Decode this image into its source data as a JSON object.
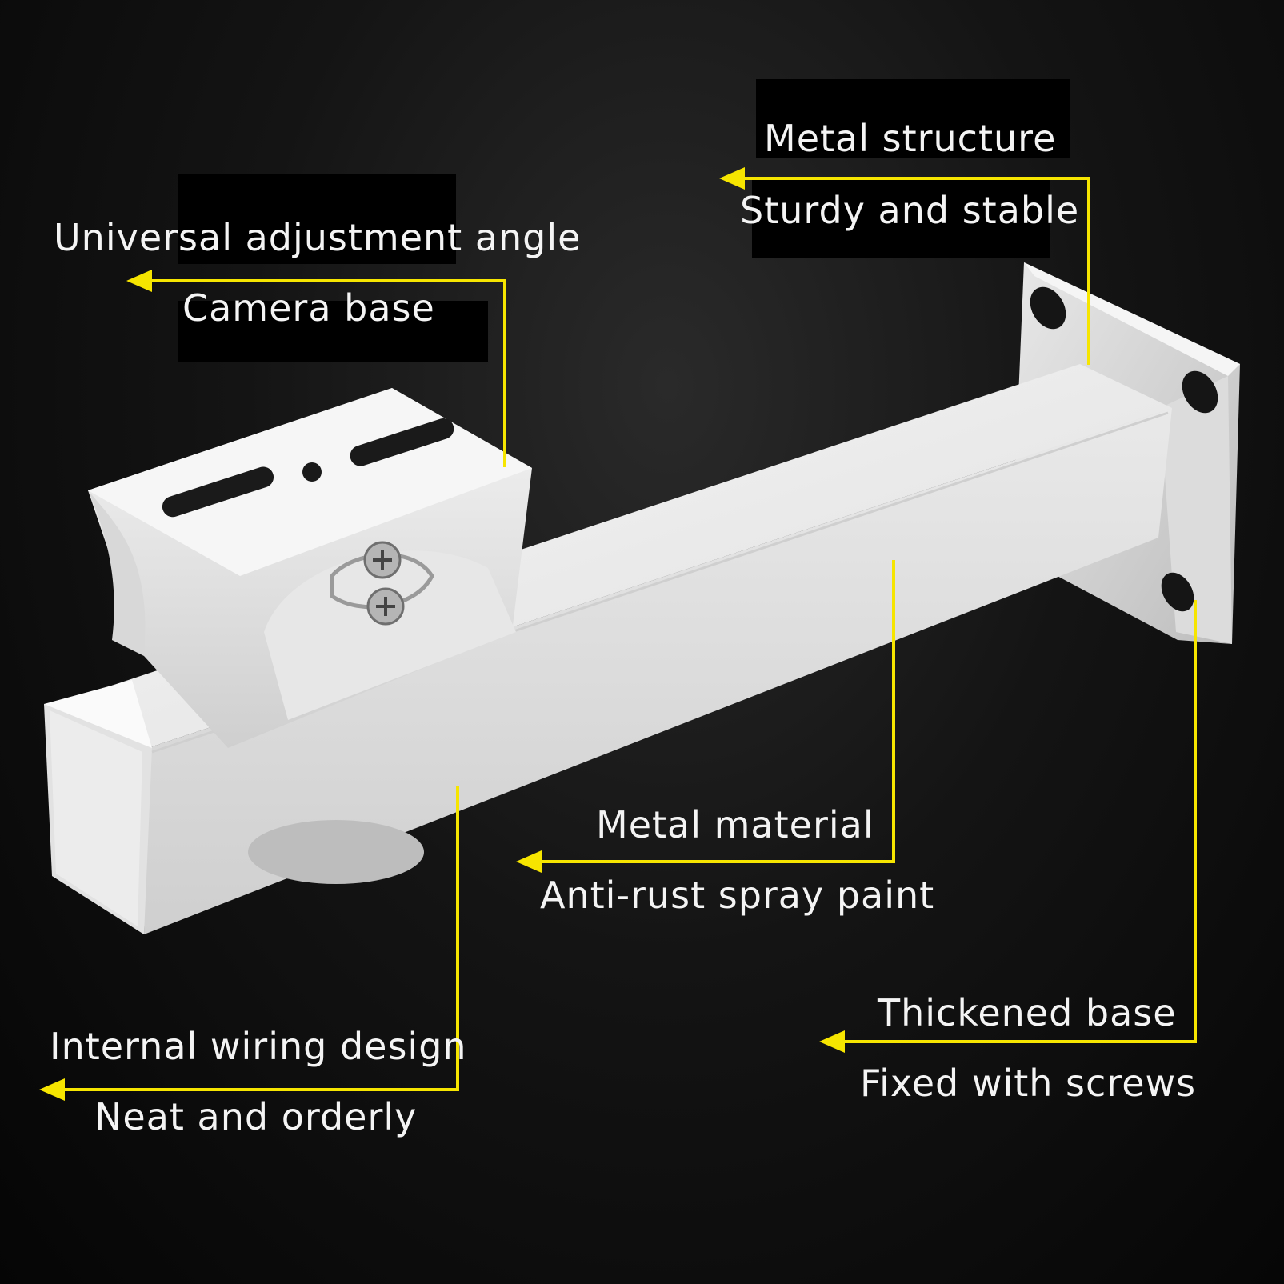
{
  "colors": {
    "accent": "#f6e500",
    "background": "#000000",
    "text": "#f4f4f4",
    "bracket_body": "#f1f1f1",
    "bracket_shadow": "#c9c9c9"
  },
  "callouts": {
    "adjustment": {
      "title": "Universal adjustment angle",
      "subtitle": "Camera base"
    },
    "structure": {
      "title": "Metal structure",
      "subtitle": "Sturdy and stable"
    },
    "material": {
      "title": "Metal material",
      "subtitle": "Anti-rust spray paint"
    },
    "wiring": {
      "title": "Internal wiring design",
      "subtitle": "Neat and orderly"
    },
    "base": {
      "title": "Thickened base",
      "subtitle": "Fixed with screws"
    }
  }
}
